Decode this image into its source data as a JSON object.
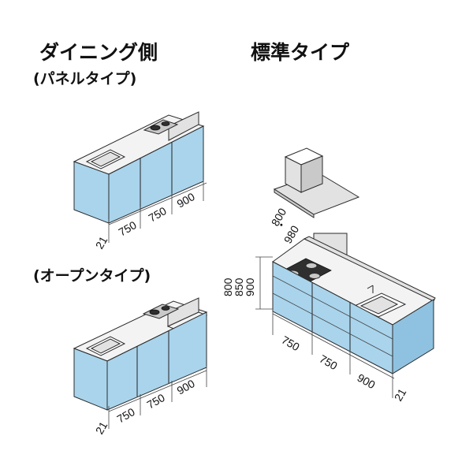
{
  "titles": {
    "dining": "ダイニング側",
    "panel": "(パネルタイプ)",
    "open": "(オープンタイプ)",
    "standard": "標準タイプ"
  },
  "panel_dims": {
    "w1": "750",
    "w2": "750",
    "w3": "900",
    "depth": "21"
  },
  "open_dims": {
    "w1": "750",
    "w2": "750",
    "w3": "900",
    "depth": "21"
  },
  "standard_dims": {
    "w1": "750",
    "w2": "750",
    "w3": "900",
    "depth": "21",
    "hood_a": "800",
    "hood_b": "980",
    "height_a": "800",
    "height_b": "850",
    "height_c": "900"
  },
  "colors": {
    "cabinet": "#a9d4ec",
    "cabinet_shade": "#8fc2e0",
    "countertop": "#f3f3f3",
    "line": "#2b2b2b"
  }
}
